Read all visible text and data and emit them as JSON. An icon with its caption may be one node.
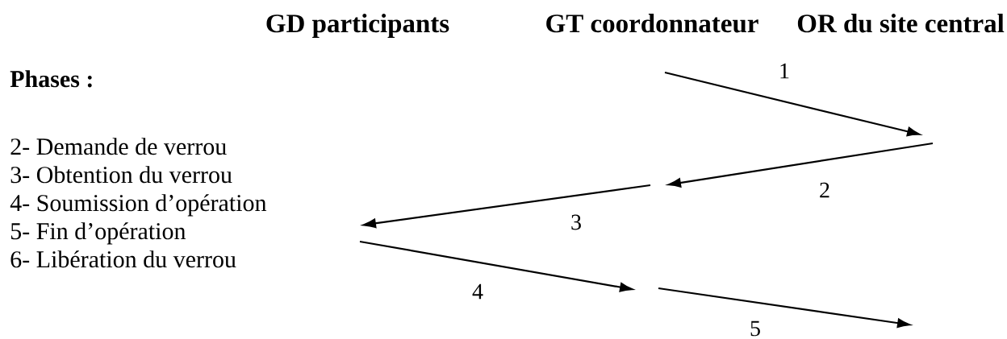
{
  "diagram": {
    "nodes": [
      {
        "text": [
          "GD participants"
        ]
      },
      {
        "text": [
          "GT coordonnateur"
        ]
      },
      {
        "text": [
          "OR du site central"
        ]
      }
    ],
    "labels": [
      "1",
      "Phases :",
      "2",
      "2- Demande de verrou",
      "3- Obtention du verrou",
      "3",
      "4- Soumission d’opération",
      "5- Fin d’opération",
      "6- Libération du verrou",
      "4",
      "5"
    ]
  }
}
